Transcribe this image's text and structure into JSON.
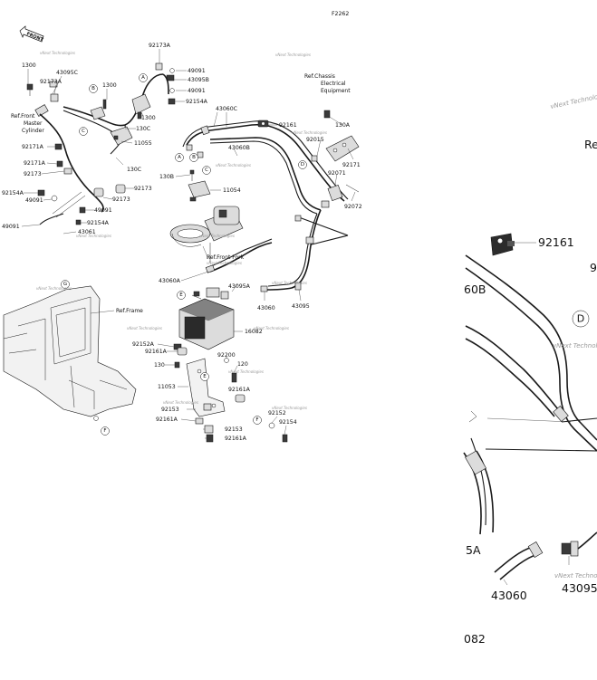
{
  "header": {
    "figure_code": "F2262",
    "front_tag": "FRONT"
  },
  "references": {
    "ref_front_master_cylinder": [
      "Ref.Front",
      "Master",
      "Cylinder"
    ],
    "ref_chassis_electrical": [
      "Ref.Chassis",
      "Electrical",
      "Equipment"
    ],
    "ref_front_fork": "Ref.Front Fork",
    "ref_frame": "Ref.Frame"
  },
  "watermark": "vNext Technologies",
  "callouts": [
    "A",
    "B",
    "C",
    "D",
    "E",
    "F",
    "G"
  ],
  "part_labels": {
    "p92173A_top": "92173A",
    "p49091_a": "49091",
    "p43095B": "43095B",
    "p49091_b": "49091",
    "p92154A_a": "92154A",
    "p1300_a": "1300",
    "p43095C": "43095C",
    "p92173A_b": "92173A",
    "p1300_b": "1300",
    "p1300_c": "1300",
    "p130C_a": "130C",
    "p11055": "11055",
    "p130C_b": "130C",
    "p92171A_a": "92171A",
    "p92171A_b": "92171A",
    "p92173_a": "92173",
    "p92154A_b": "92154A",
    "p49091_c": "49091",
    "p92173_b": "92173",
    "p92173_c": "92173",
    "p49091_d": "49091",
    "p92154A_c": "92154A",
    "p49091_e": "49091",
    "p43061": "43061",
    "p43060C": "43060C",
    "p43060B": "43060B",
    "p92161_a": "92161",
    "p130B": "130B",
    "p11054": "11054",
    "p92015": "92015",
    "p130A": "130A",
    "p92171": "92171",
    "p92071": "92071",
    "p92072": "92072",
    "p43060A": "43060A",
    "p43095A": "43095A",
    "p43060": "43060",
    "p43095": "43095",
    "p16082": "16082",
    "p92152A": "92152A",
    "p92161A_a": "92161A",
    "p130": "130",
    "p92200": "92200",
    "p120": "120",
    "p92161A_b": "92161A",
    "p11053": "11053",
    "p92153_a": "92153",
    "p92161A_c": "92161A",
    "p92153_b": "92153",
    "p92161A_d": "92161A",
    "p92152": "92152",
    "p92154": "92154"
  },
  "zoom_labels": {
    "z92161": "92161",
    "zRe": "Re",
    "z9": "9",
    "z60B": "60B",
    "zD": "D",
    "z5A": "5A",
    "z43060": "43060",
    "z43095": "43095",
    "z082": "082"
  }
}
